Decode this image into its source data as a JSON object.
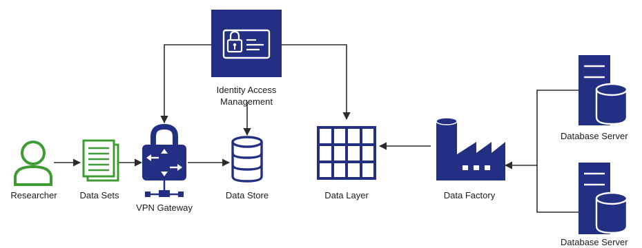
{
  "colors": {
    "navy": "#232f83",
    "green": "#3f9c35",
    "connector": "#2b2b2b",
    "text": "#1b1b1b"
  },
  "nodes": {
    "researcher": {
      "label": "Researcher",
      "icon": "person-icon"
    },
    "datasets": {
      "label": "Data Sets",
      "icon": "documents-icon"
    },
    "vpn": {
      "label": "VPN Gateway",
      "icon": "vpn-lock-icon"
    },
    "datastore": {
      "label": "Data Store",
      "icon": "database-icon"
    },
    "iam": {
      "label_line1": "Identity Access",
      "label_line2": "Management",
      "icon": "id-card-icon"
    },
    "datalayer": {
      "label": "Data Layer",
      "icon": "grid-icon"
    },
    "datafactory": {
      "label": "Data Factory",
      "icon": "factory-icon"
    },
    "dbserver1": {
      "label": "Database Server",
      "icon": "server-icon"
    },
    "dbserver2": {
      "label": "Database Server",
      "icon": "server-icon"
    }
  }
}
